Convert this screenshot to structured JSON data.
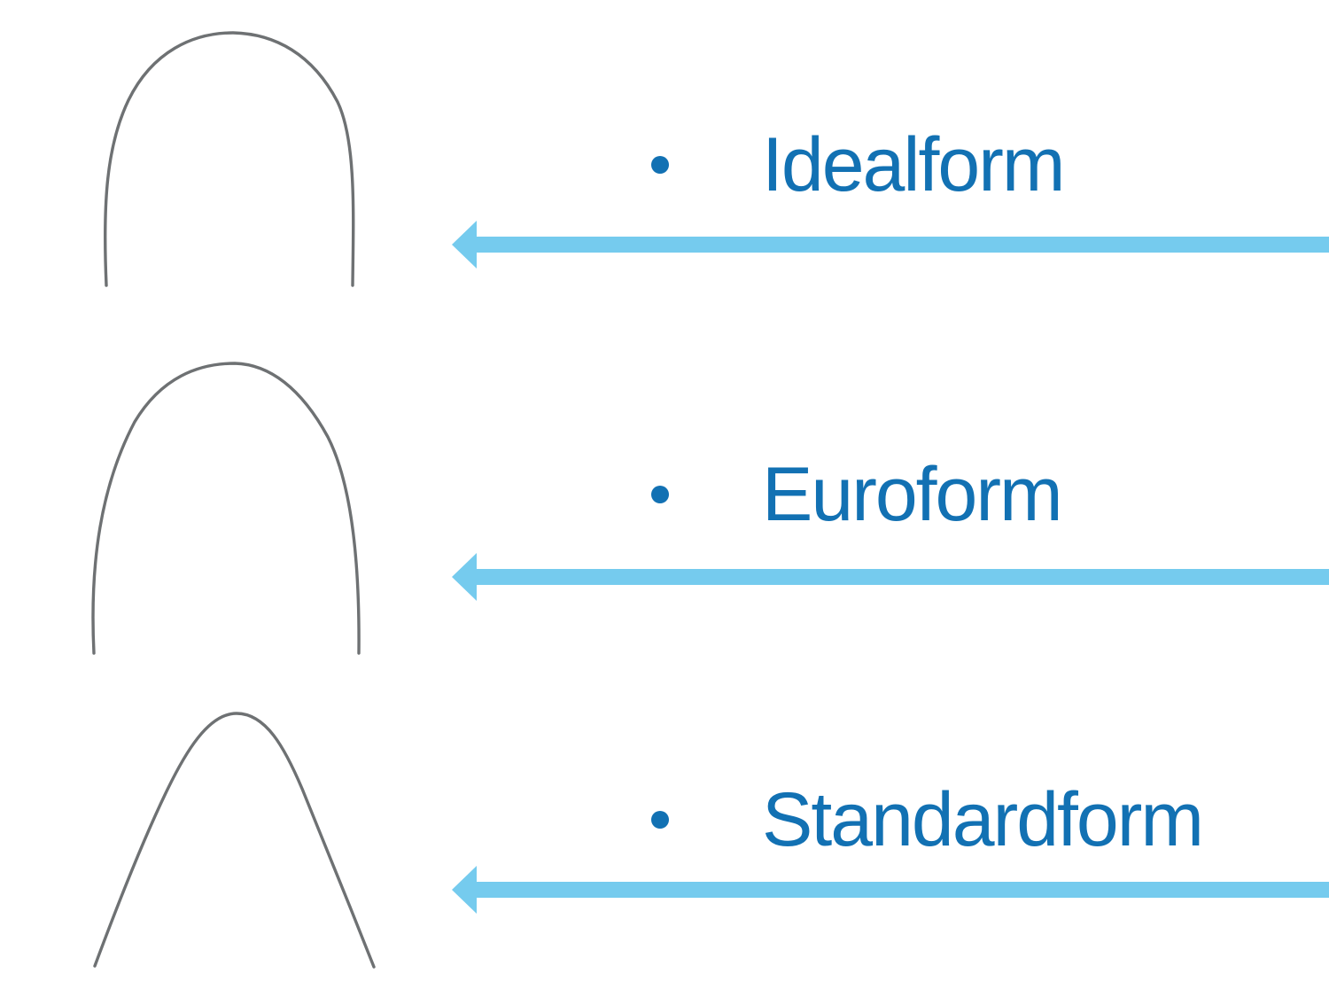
{
  "slide": {
    "items": [
      {
        "label": "Idealform",
        "figure": "idealform-archwire"
      },
      {
        "label": "Euroform",
        "figure": "euroform-archwire"
      },
      {
        "label": "Standardform",
        "figure": "standardform-archwire"
      }
    ]
  },
  "icons": {
    "bullet": "filled-dot",
    "arrow": "left-arrow"
  },
  "colors": {
    "label_blue": "#1271b3",
    "arrow_blue": "#75cbee",
    "wire_gray": "#6e7173",
    "background": "#ffffff"
  }
}
